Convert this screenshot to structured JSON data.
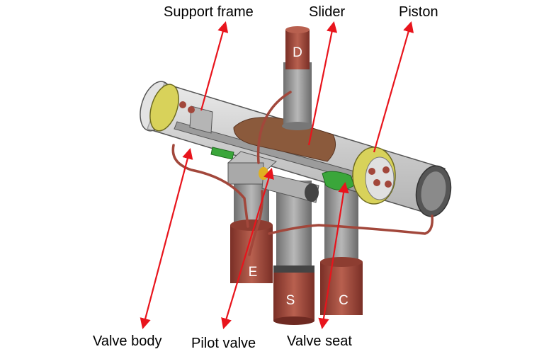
{
  "labels": {
    "support_frame": "Support frame",
    "slider": "Slider",
    "piston": "Piston",
    "valve_body": "Valve body",
    "pilot_valve": "Pilot valve",
    "valve_seat": "Valve seat"
  },
  "ports": {
    "d": "D",
    "e": "E",
    "s": "S",
    "c": "C"
  },
  "colors": {
    "arrow": "#e8141c",
    "copper": "#a2473b",
    "copper_dark": "#7a2f26",
    "steel": "#8a8a8a",
    "glass": "#c8c8c8",
    "piston_yellow": "#d8d25a",
    "seat_green": "#3aa63a",
    "slider_brown": "#8b5a3c"
  }
}
